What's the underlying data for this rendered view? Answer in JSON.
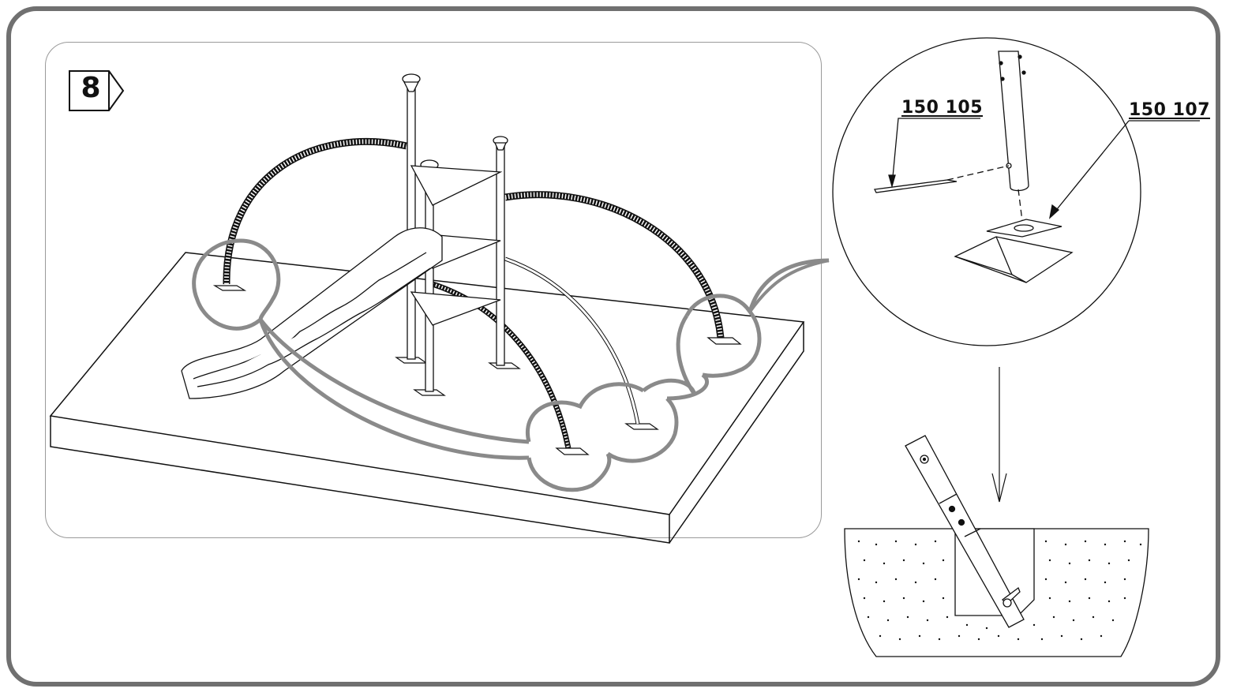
{
  "step": {
    "number": "8"
  },
  "parts": {
    "bolt_label": "150 105",
    "plate_label": "150 107"
  },
  "colors": {
    "frame": "#707070",
    "callout": "#8a8a8a",
    "line": "#111111",
    "panel_border": "#9a9a9a"
  }
}
